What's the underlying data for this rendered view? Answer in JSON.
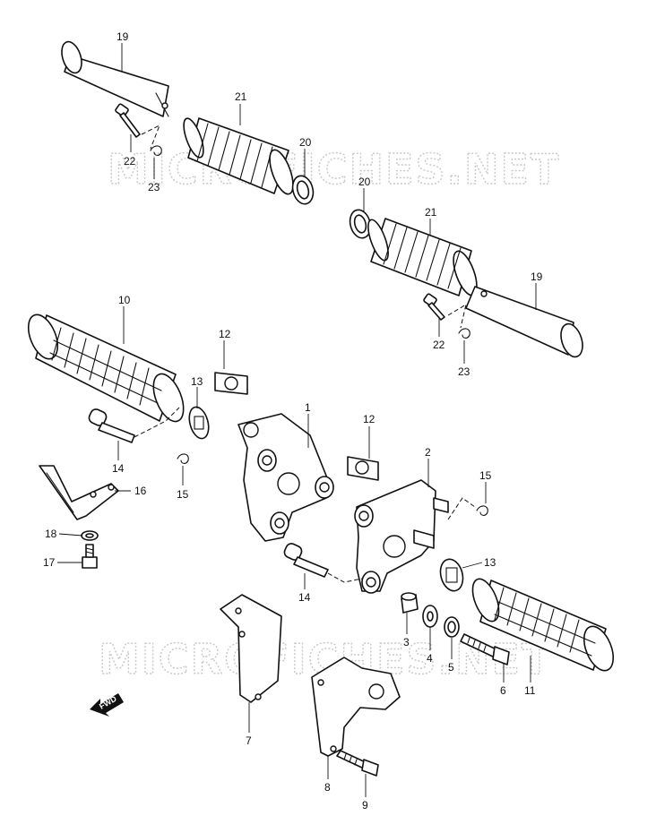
{
  "watermark": {
    "text": "MICROFICHES.NET"
  },
  "direction_label": "FWD",
  "callouts": [
    {
      "id": "c19a",
      "label": "19"
    },
    {
      "id": "c21a",
      "label": "21"
    },
    {
      "id": "c20a",
      "label": "20"
    },
    {
      "id": "c22a",
      "label": "22"
    },
    {
      "id": "c23a",
      "label": "23"
    },
    {
      "id": "c20b",
      "label": "20"
    },
    {
      "id": "c21b",
      "label": "21"
    },
    {
      "id": "c19b",
      "label": "19"
    },
    {
      "id": "c22b",
      "label": "22"
    },
    {
      "id": "c23b",
      "label": "23"
    },
    {
      "id": "c10",
      "label": "10"
    },
    {
      "id": "c12a",
      "label": "12"
    },
    {
      "id": "c13a",
      "label": "13"
    },
    {
      "id": "c1",
      "label": "1"
    },
    {
      "id": "c12b",
      "label": "12"
    },
    {
      "id": "c2",
      "label": "2"
    },
    {
      "id": "c14a",
      "label": "14"
    },
    {
      "id": "c16",
      "label": "16"
    },
    {
      "id": "c15a",
      "label": "15"
    },
    {
      "id": "c15b",
      "label": "15"
    },
    {
      "id": "c18",
      "label": "18"
    },
    {
      "id": "c17",
      "label": "17"
    },
    {
      "id": "c13b",
      "label": "13"
    },
    {
      "id": "c14b",
      "label": "14"
    },
    {
      "id": "c3",
      "label": "3"
    },
    {
      "id": "c4",
      "label": "4"
    },
    {
      "id": "c5",
      "label": "5"
    },
    {
      "id": "c6",
      "label": "6"
    },
    {
      "id": "c11",
      "label": "11"
    },
    {
      "id": "c7",
      "label": "7"
    },
    {
      "id": "c8",
      "label": "8"
    },
    {
      "id": "c9",
      "label": "9"
    }
  ]
}
